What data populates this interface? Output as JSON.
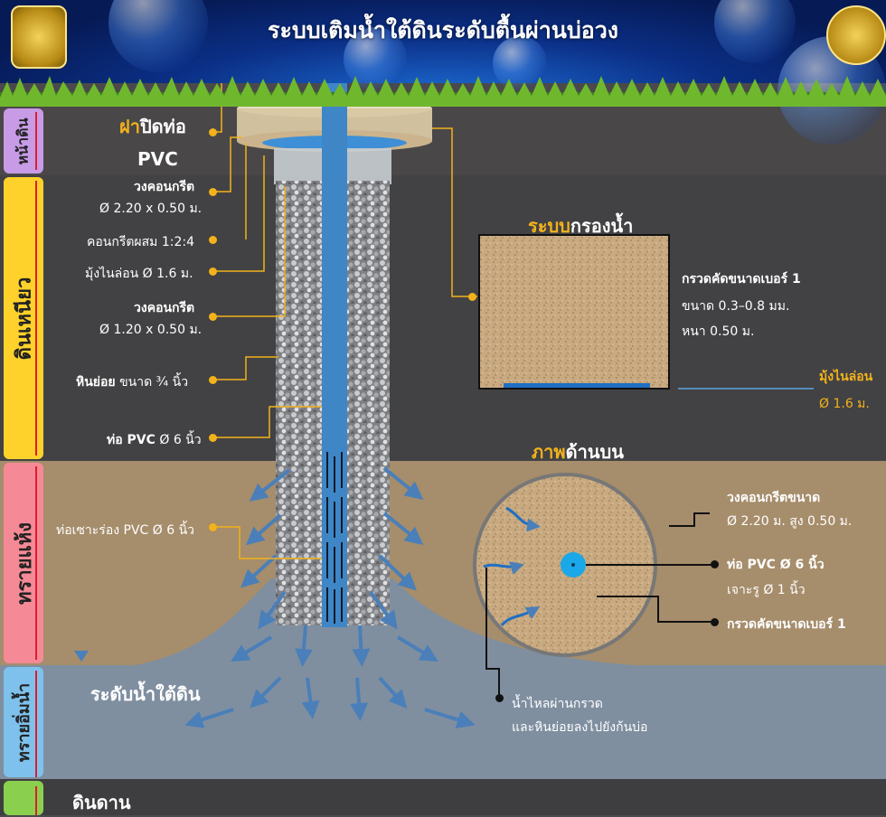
{
  "header": {
    "title": "ระบบเติมน้ำใต้ดินระดับตื้นผ่านบ่อวง"
  },
  "side_tabs": {
    "surface": "หน้าดิน",
    "clay": "ดินเหนียว",
    "dry_sand": "ทรายแห้ง",
    "wet_sand": "ทรายอิ่มน้ำ",
    "bedrock": "ดินดาน"
  },
  "labels": {
    "cap_highlight": "ฝา",
    "cap_rest": "ปิดท่อ",
    "cap_pvc": "PVC",
    "ring1_name": "วงคอนกรีต",
    "ring1_size": "Ø 2.20 x 0.50 ม.",
    "concrete_mix": "คอนกรีตผสม 1:2:4",
    "nylon_net": "มุ้งไนล่อน Ø 1.6 ม.",
    "ring2_name": "วงคอนกรีต",
    "ring2_size": "Ø 1.20 x 0.50 ม.",
    "gravel_name": "หินย่อย",
    "gravel_size": "ขนาด ¾ นิ้ว",
    "pvc_pipe_name": "ท่อ PVC",
    "pvc_pipe_size": "Ø 6 นิ้ว",
    "slotted_pipe_name": "ท่อเซาะร่อง PVC",
    "slotted_pipe_size": "Ø 6 นิ้ว",
    "groundwater_level": "ระดับน้ำใต้ดิน"
  },
  "filter": {
    "title_highlight": "ระบบ",
    "title_rest": "กรองน้ำ",
    "gravel_name": "กรวดคัดขนาดเบอร์ 1",
    "gravel_size": "ขนาด 0.3–0.8 มม.",
    "gravel_thickness": "หนา 0.50 ม.",
    "net_name": "มุ้งไนล่อน",
    "net_size": "Ø 1.6 ม."
  },
  "top_view": {
    "title_highlight": "ภาพ",
    "title_rest": "ด้านบน",
    "ring_name": "วงคอนกรีตขนาด",
    "ring_size": "Ø 2.20 ม. สูง 0.50 ม.",
    "pipe_name": "ท่อ PVC Ø 6 นิ้ว",
    "pipe_hole": "เจาะรู Ø 1 นิ้ว",
    "gravel_name": "กรวดคัดขนาดเบอร์ 1",
    "flow_line1": "น้ำไหลผ่านกรวด",
    "flow_line2": "และหินย่อยลงไปยังก้นบ่อ"
  },
  "colors": {
    "accent_yellow": "#f2b21b",
    "pipe_blue": "#3f86c7",
    "tab_surface": "#c79be6",
    "tab_clay": "#ffd22b",
    "tab_dry_sand": "#f58a96",
    "tab_wet_sand": "#7ec1ec",
    "tab_bedrock": "#8bcf4f"
  }
}
